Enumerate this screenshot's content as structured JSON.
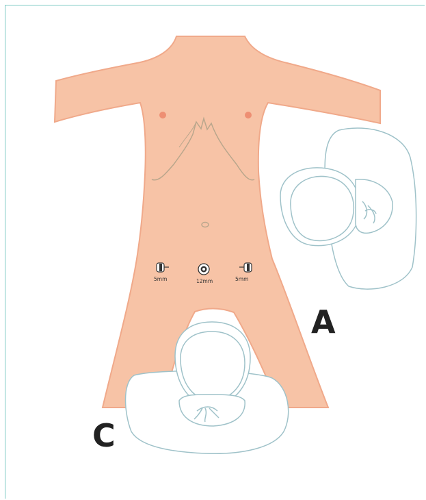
{
  "colors": {
    "skin": "#f7c3a6",
    "skin_edge": "#f0a98a",
    "nipple": "#ee8f73",
    "outline": "#9fc2c9",
    "rib_line": "#b9a68c",
    "frame": "#7cc9c4",
    "label": "#222222"
  },
  "ports": [
    {
      "label": "5mm",
      "icon": "trocar-port-5mm-icon"
    },
    {
      "label": "12mm",
      "icon": "trocar-port-12mm-icon"
    },
    {
      "label": "5mm",
      "icon": "trocar-port-5mm-icon"
    }
  ],
  "position_labels": {
    "a": "A",
    "c": "C"
  },
  "figures": {
    "a_icon": "surgeon-top-view-icon",
    "c_icon": "surgeon-top-view-icon"
  }
}
